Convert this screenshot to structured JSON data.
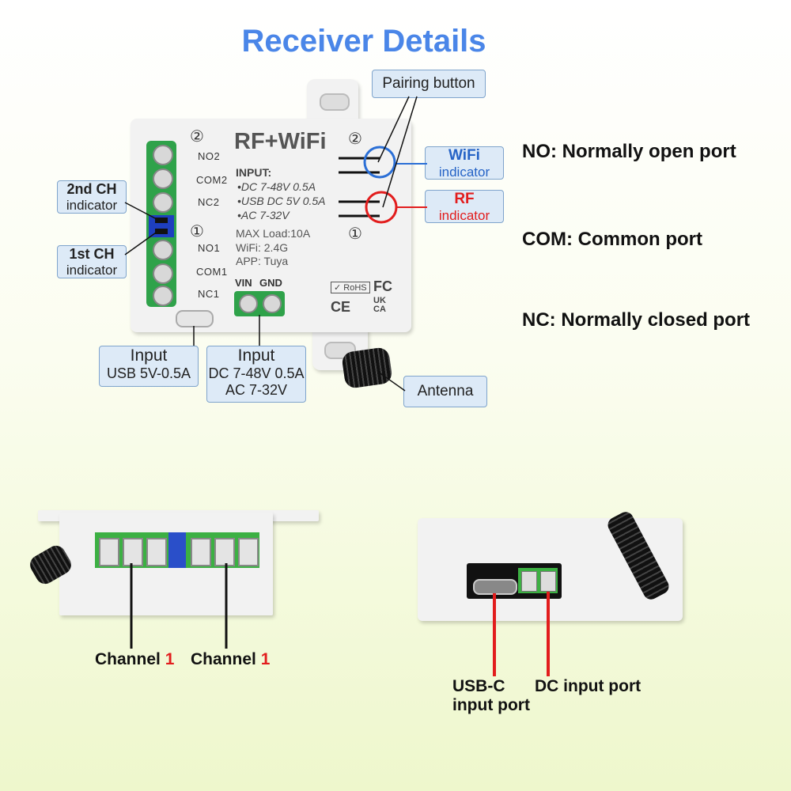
{
  "title": "Receiver Details",
  "device": {
    "brand": "RF+WiFi",
    "input_label": "INPUT:",
    "input_lines": [
      "•DC 7-48V 0.5A",
      "•USB DC 5V 0.5A",
      "•AC 7-32V"
    ],
    "max_load": "MAX Load:10A",
    "wifi": "WiFi: 2.4G",
    "app": "APP: Tuya",
    "vin": "VIN",
    "gnd": "GND",
    "ch2_num": "②",
    "ch1_num": "①",
    "terminals": [
      "NO2",
      "COM2",
      "NC2",
      "NO1",
      "COM1",
      "NC1"
    ],
    "rohs": "RoHS",
    "fc": "FC",
    "ce": "CE",
    "ukca_1": "UK",
    "ukca_2": "CA"
  },
  "callouts": {
    "pairing": "Pairing button",
    "wifi_title": "WiFi",
    "wifi_sub": "indicator",
    "rf_title": "RF",
    "rf_sub": "indicator",
    "ch2_title": "2nd CH",
    "ch2_sub": "indicator",
    "ch1_title": "1st CH",
    "ch1_sub": "indicator",
    "usb_title": "Input",
    "usb_sub": "USB 5V-0.5A",
    "dc_title": "Input",
    "dc_sub1": "DC 7-48V 0.5A",
    "dc_sub2": "AC 7-32V",
    "antenna": "Antenna"
  },
  "notes": {
    "no": "NO: Normally open port",
    "com": "COM: Common port",
    "nc": "NC: Normally closed port"
  },
  "bottom": {
    "channel_a_text": "Channel",
    "channel_a_num": "1",
    "channel_b_text": "Channel",
    "channel_b_num": "1",
    "usbc_1": "USB-C",
    "usbc_2": "input port",
    "dc_port": "DC input port"
  },
  "colors": {
    "accent_blue": "#4a86e8",
    "red": "#e21d1d",
    "terminal_green": "#3cb043"
  }
}
